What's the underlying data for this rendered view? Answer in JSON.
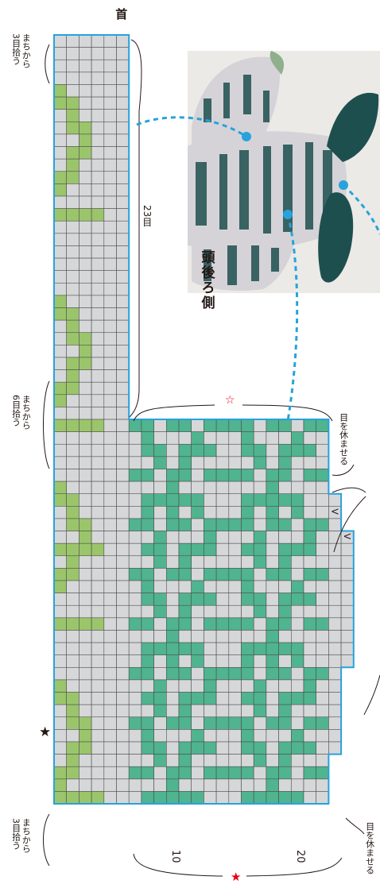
{
  "labels": {
    "neck": "首",
    "head_back_side": "頭後ろ側",
    "stitch_count_23": "23目",
    "pickup_3_top": "まちから\n3目拾う",
    "pickup_6": "まちから\n6目拾う",
    "pickup_3_bottom": "まちから\n3目拾う",
    "rest_stitches_top": "目を休ませる",
    "rest_stitches_bottom": "目を休ませる",
    "axis_10": "10",
    "axis_20": "20"
  },
  "symbols": {
    "star_outline": "☆",
    "star_red": "★",
    "star_black": "★",
    "decrease_mark": "V"
  },
  "colors": {
    "chart_border": "#27a2dc",
    "grid_line": "#4d4d4d",
    "empty_cell": "#d6d7d9",
    "dark_green": "#4fb48f",
    "light_green": "#9bc56a",
    "red": "#e60012",
    "photo_bg": "#eceae6",
    "mitten_white": "#d8d6da",
    "mitten_dark": "#1e4f4f"
  },
  "photo": {
    "description_icon": "mitten-photo"
  }
}
